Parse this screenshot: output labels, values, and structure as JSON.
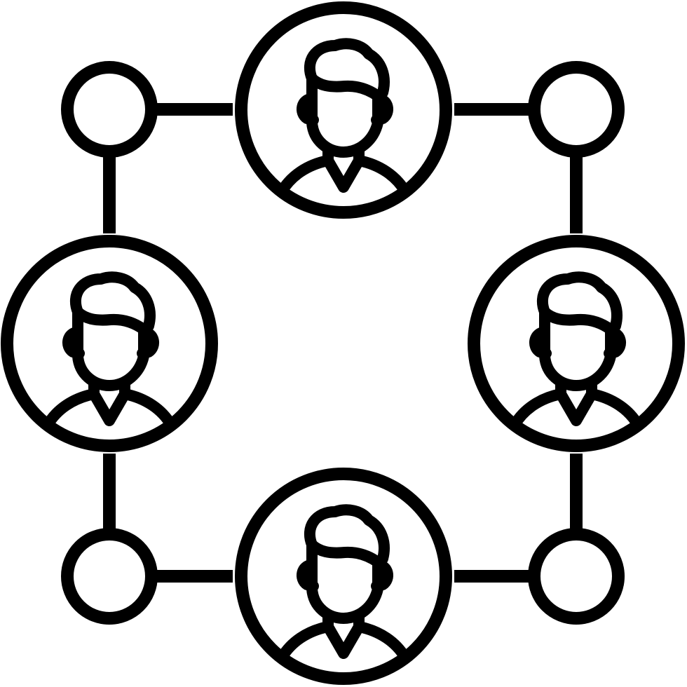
{
  "icon": {
    "name": "user-network-icon",
    "colors": {
      "stroke": "#000000",
      "background": "#ffffff"
    },
    "people_nodes": [
      {
        "name": "person-node-top"
      },
      {
        "name": "person-node-left"
      },
      {
        "name": "person-node-right"
      },
      {
        "name": "person-node-bottom"
      }
    ],
    "corner_nodes": [
      {
        "name": "corner-node-top-left"
      },
      {
        "name": "corner-node-top-right"
      },
      {
        "name": "corner-node-bottom-left"
      },
      {
        "name": "corner-node-bottom-right"
      }
    ],
    "connector_count": 8
  }
}
